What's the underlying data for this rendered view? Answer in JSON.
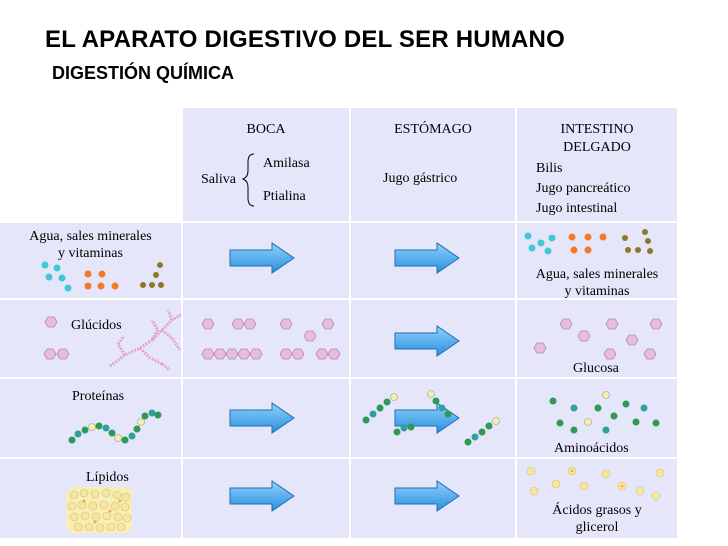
{
  "title": "EL APARATO DIGESTIVO DEL SER HUMANO",
  "subtitle": "DIGESTIÓN QUÍMICA",
  "columns": {
    "boca": "BOCA",
    "estomago": "ESTÓMAGO",
    "intestino_line1": "INTESTINO",
    "intestino_line2": "DELGADO"
  },
  "juices": {
    "boca_group": "Saliva",
    "boca_enzymes": [
      "Amilasa",
      "Ptialina"
    ],
    "estomago": "Jugo gástrico",
    "intestino": [
      "Bilis",
      "Jugo pancreático",
      "Jugo intestinal"
    ]
  },
  "rows": [
    {
      "nutrient_line1": "Agua, sales minerales",
      "nutrient_line2": "y vitaminas",
      "product_line1": "Agua, sales minerales",
      "product_line2": "y vitaminas"
    },
    {
      "nutrient_line1": "Glúcidos",
      "product_line1": "Glucosa"
    },
    {
      "nutrient_line1": "Proteínas",
      "product_line1": "Aminoácidos"
    },
    {
      "nutrient_line1": "Lípidos",
      "product_line1": "Ácidos grasos y",
      "product_line2": "glicerol"
    }
  ],
  "colors": {
    "cell_bg": "#e6e6fb",
    "arrow": "#3fa9f5",
    "water": "#41c8d6",
    "minerals": "#f47a2a",
    "vitamins": "#8c7a26",
    "glucose": "#e8bce0",
    "amino_green": "#2e9a56",
    "amino_teal": "#2f9fa0",
    "amino_light": "#f5f0a8",
    "lipid": "#f5e7a2"
  }
}
